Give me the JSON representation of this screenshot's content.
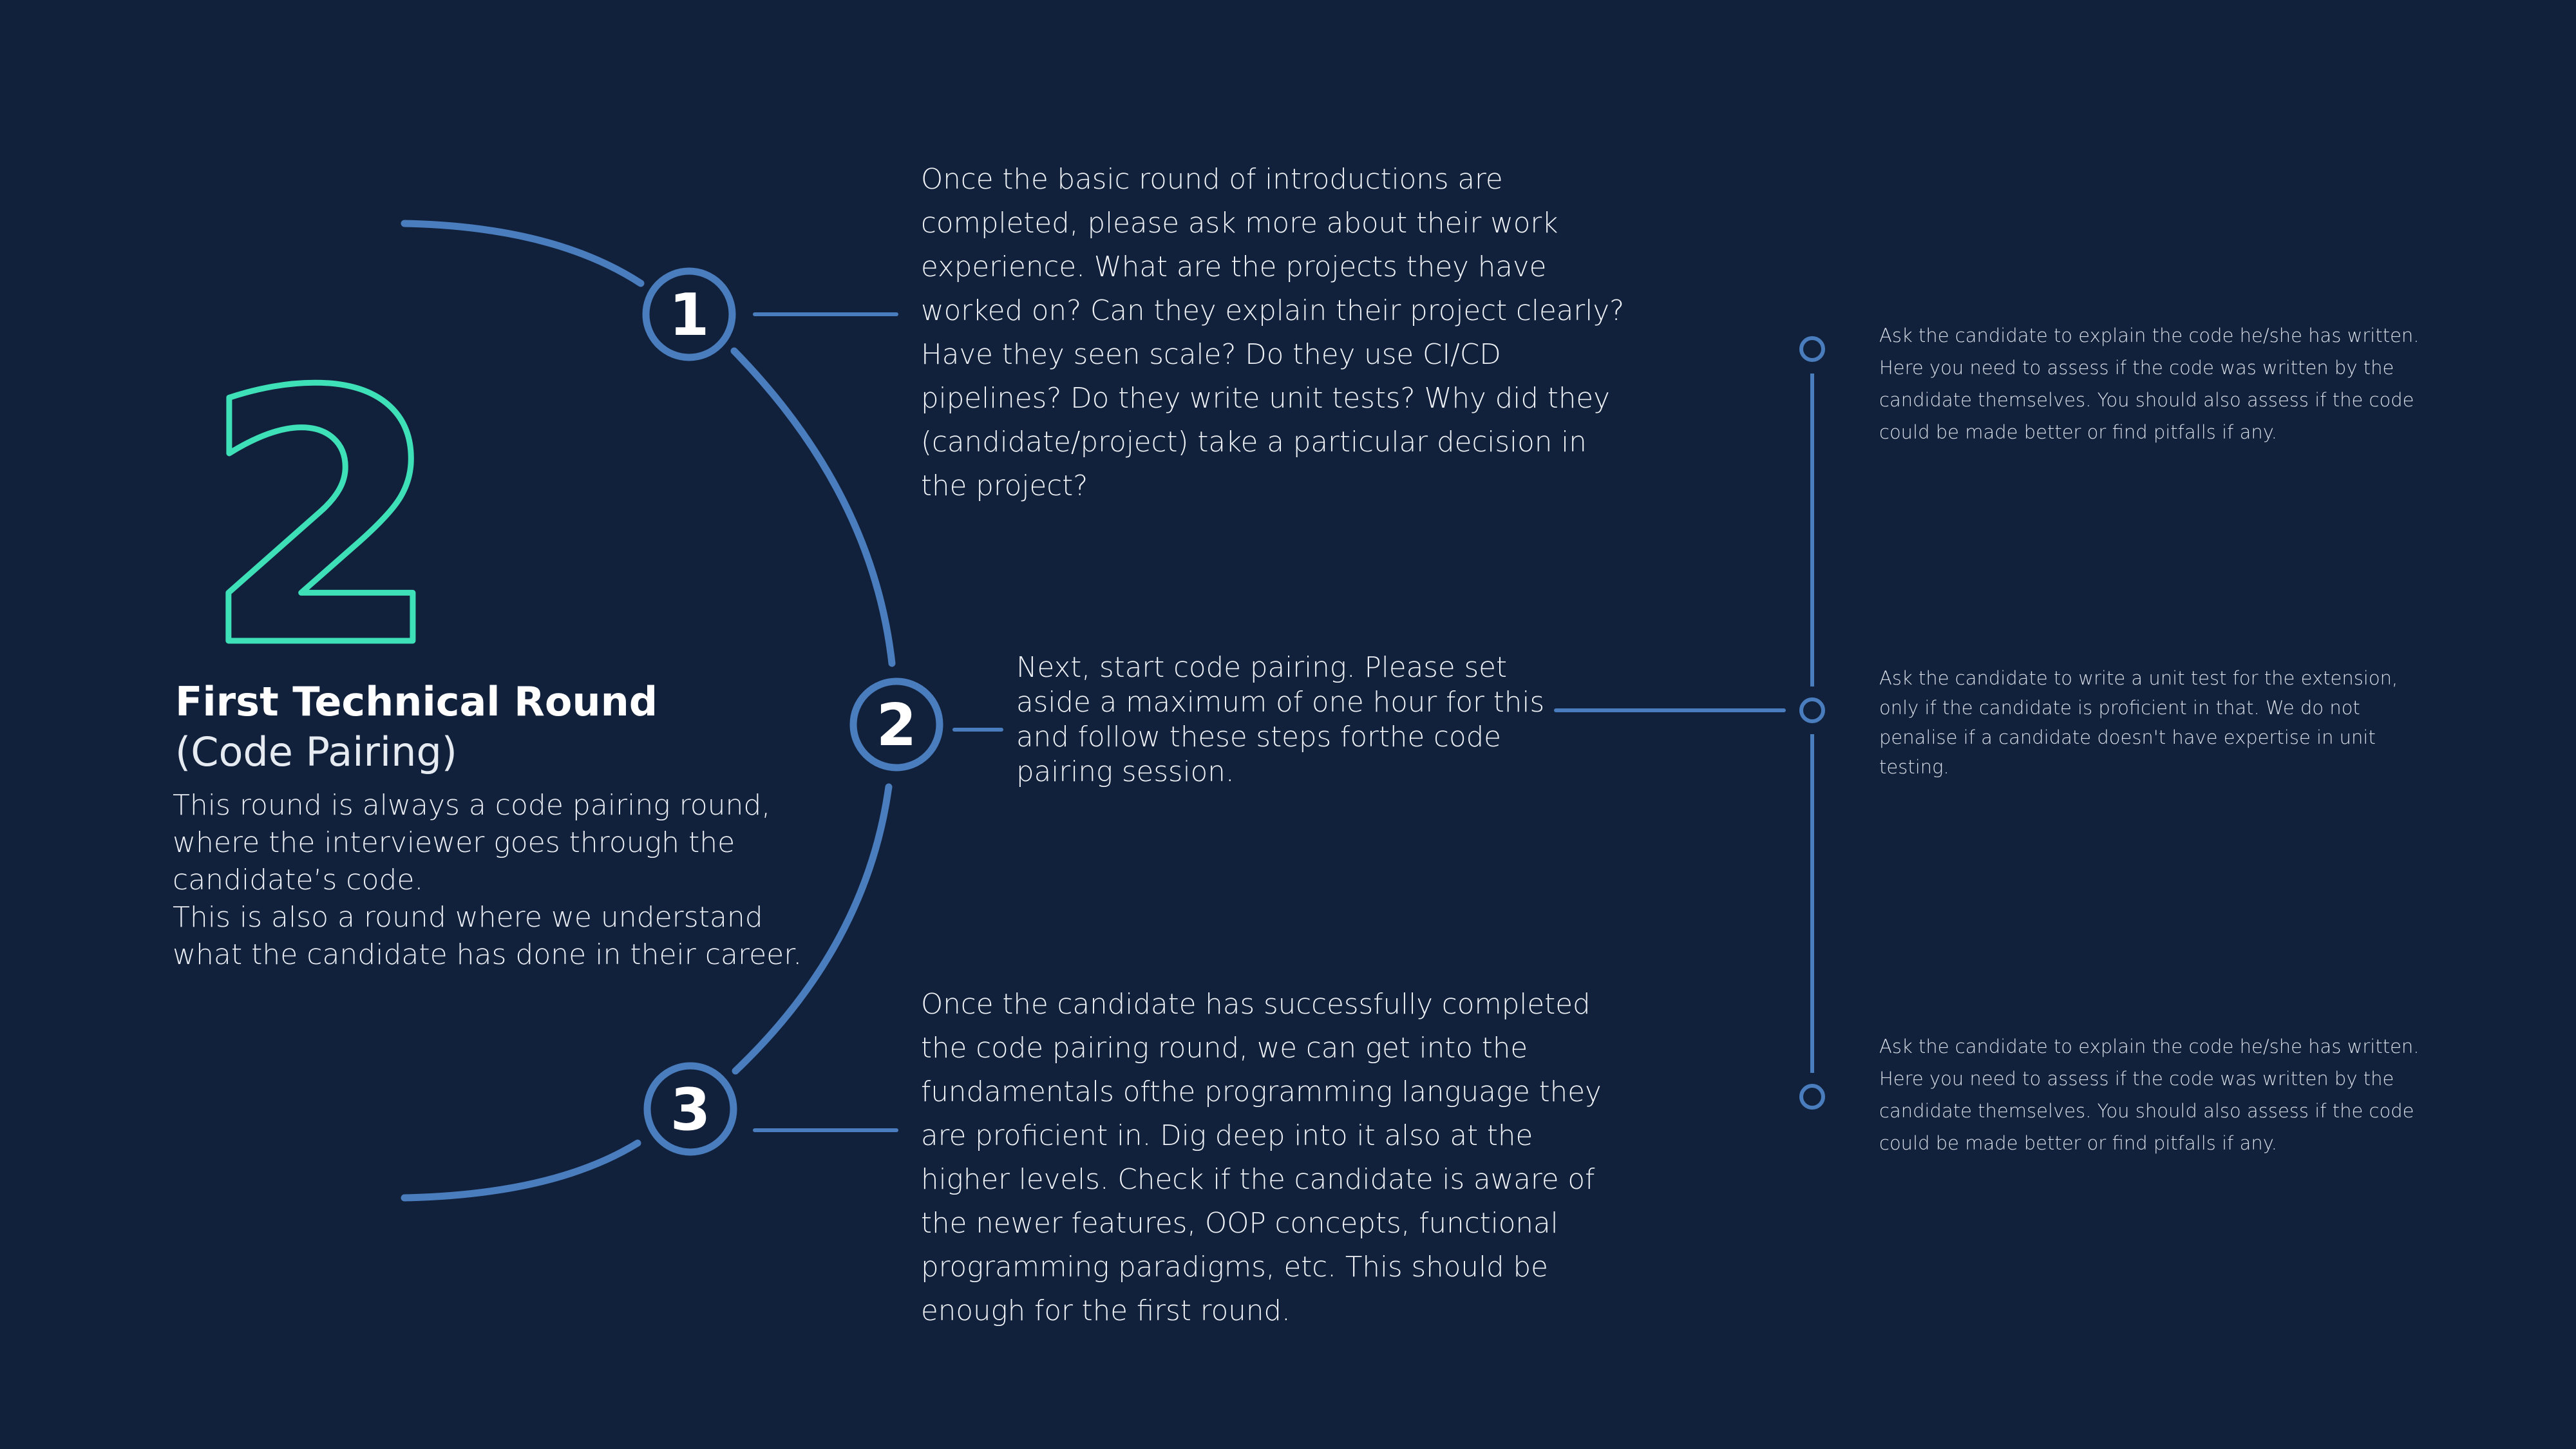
{
  "colors": {
    "background": "#12213b",
    "accent_blue": "#4a7dbe",
    "accent_teal": "#3ee0b8",
    "text": "#ffffff"
  },
  "big_number": "2",
  "round": {
    "title": "First Technical Round",
    "subtitle": "(Code Pairing)",
    "description_1": "This round is always a code pairing round, where the interviewer goes through the candidate’s code.",
    "description_2": "This is also a round where we understand what the candidate has done in their career."
  },
  "steps": [
    {
      "number": "1",
      "text": "Once the basic round of introductions are completed, please ask more about their work experience. What are the projects they have worked on? Can they explain their project clearly? Have they seen scale? Do they use CI/CD pipelines? Do they write unit tests? Why did they (candidate/project) take a particular decision in the project?"
    },
    {
      "number": "2",
      "text": "Next, start code pairing. Please set aside a maximum of one hour for this and follow these steps forthe code pairing session."
    },
    {
      "number": "3",
      "text": "Once the candidate has successfully completed the code pairing round, we can get into the fundamentals ofthe programming  language they are proficient in. Dig deep into it also at the higher levels. Check if the candidate is aware of the newer features, OOP concepts, functional programming paradigms, etc. This should be enough for the first round."
    }
  ],
  "code_pairing_steps": [
    "Ask the candidate to explain the code he/she has written. Here you need to assess if the code was written by the candidate themselves. You should also assess if the code could be made better or find pitfalls if any.",
    "Ask the candidate to write a unit test for the extension, only if the candidate is proficient in that. We do not penalise if a candidate doesn't have expertise in unit testing.",
    "Ask the candidate to explain the code he/she has written. Here you need to assess if the code was written by the candidate themselves. You should also assess if the code could be made better or find pitfalls if any."
  ]
}
